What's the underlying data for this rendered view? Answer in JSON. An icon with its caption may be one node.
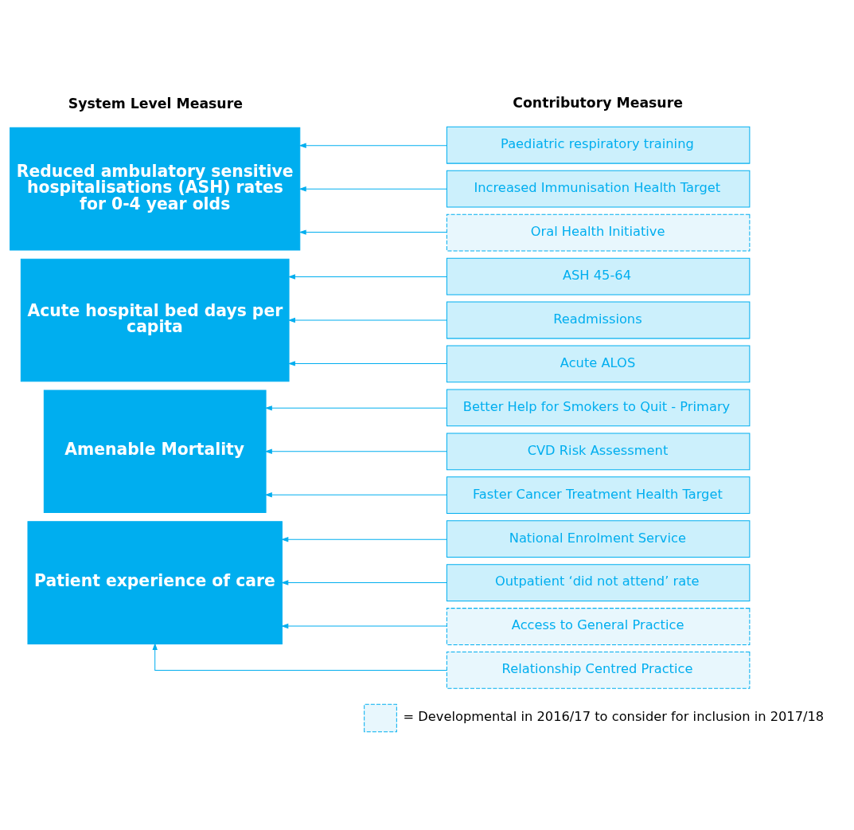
{
  "diagram": {
    "nodes": [
      {
        "text": [
          "Reduced ambulatory sensitive hospitalisations (ASH) rates for 0-4 year olds"
        ]
      },
      {
        "text": [
          "Acute hospital bed days per capita"
        ]
      },
      {
        "text": [
          "Amenable Mortality"
        ]
      },
      {
        "text": [
          "Patient experience of care"
        ]
      },
      {
        "text": [
          "Paediatric respiratory training"
        ]
      },
      {
        "text": [
          "Increased Immunisation Health Target"
        ]
      },
      {
        "text": [
          "Oral Health Initiative"
        ]
      },
      {
        "text": [
          "ASH 45-64"
        ]
      },
      {
        "text": [
          "Readmissions"
        ]
      },
      {
        "text": [
          "Acute ALOS"
        ]
      },
      {
        "text": [
          "Better Help for Smokers to Quit - Primary"
        ]
      },
      {
        "text": [
          "CVD Risk Assessment"
        ]
      },
      {
        "text": [
          "Faster Cancer Treatment Health Target"
        ]
      },
      {
        "text": [
          "National Enrolment Service"
        ]
      },
      {
        "text": [
          "Outpatient ‘did not attend’ rate"
        ]
      },
      {
        "text": [
          "Access to General Practice"
        ]
      },
      {
        "text": [
          "Relationship Centred Practice"
        ]
      }
    ],
    "edges": [
      {
        "from": 4,
        "to": 0,
        "arrow": "to"
      },
      {
        "from": 5,
        "to": 0,
        "arrow": "to"
      },
      {
        "from": 6,
        "to": 0,
        "arrow": "to"
      },
      {
        "from": 7,
        "to": 1,
        "arrow": "to"
      },
      {
        "from": 8,
        "to": 1,
        "arrow": "to"
      },
      {
        "from": 9,
        "to": 1,
        "arrow": "to"
      },
      {
        "from": 10,
        "to": 2,
        "arrow": "to"
      },
      {
        "from": 11,
        "to": 2,
        "arrow": "to"
      },
      {
        "from": 12,
        "to": 2,
        "arrow": "to"
      },
      {
        "from": 13,
        "to": 3,
        "arrow": "to"
      },
      {
        "from": 14,
        "to": 3,
        "arrow": "to"
      },
      {
        "from": 15,
        "to": 3,
        "arrow": "to"
      },
      {
        "from": 16,
        "to": 3,
        "arrow": "to"
      }
    ],
    "labels": [
      "System Level Measure",
      "Contributory Measure"
    ],
    "legend": [
      {
        "text": "= Developmental in 2016/17 to consider for inclusion in 2017/18"
      }
    ]
  }
}
